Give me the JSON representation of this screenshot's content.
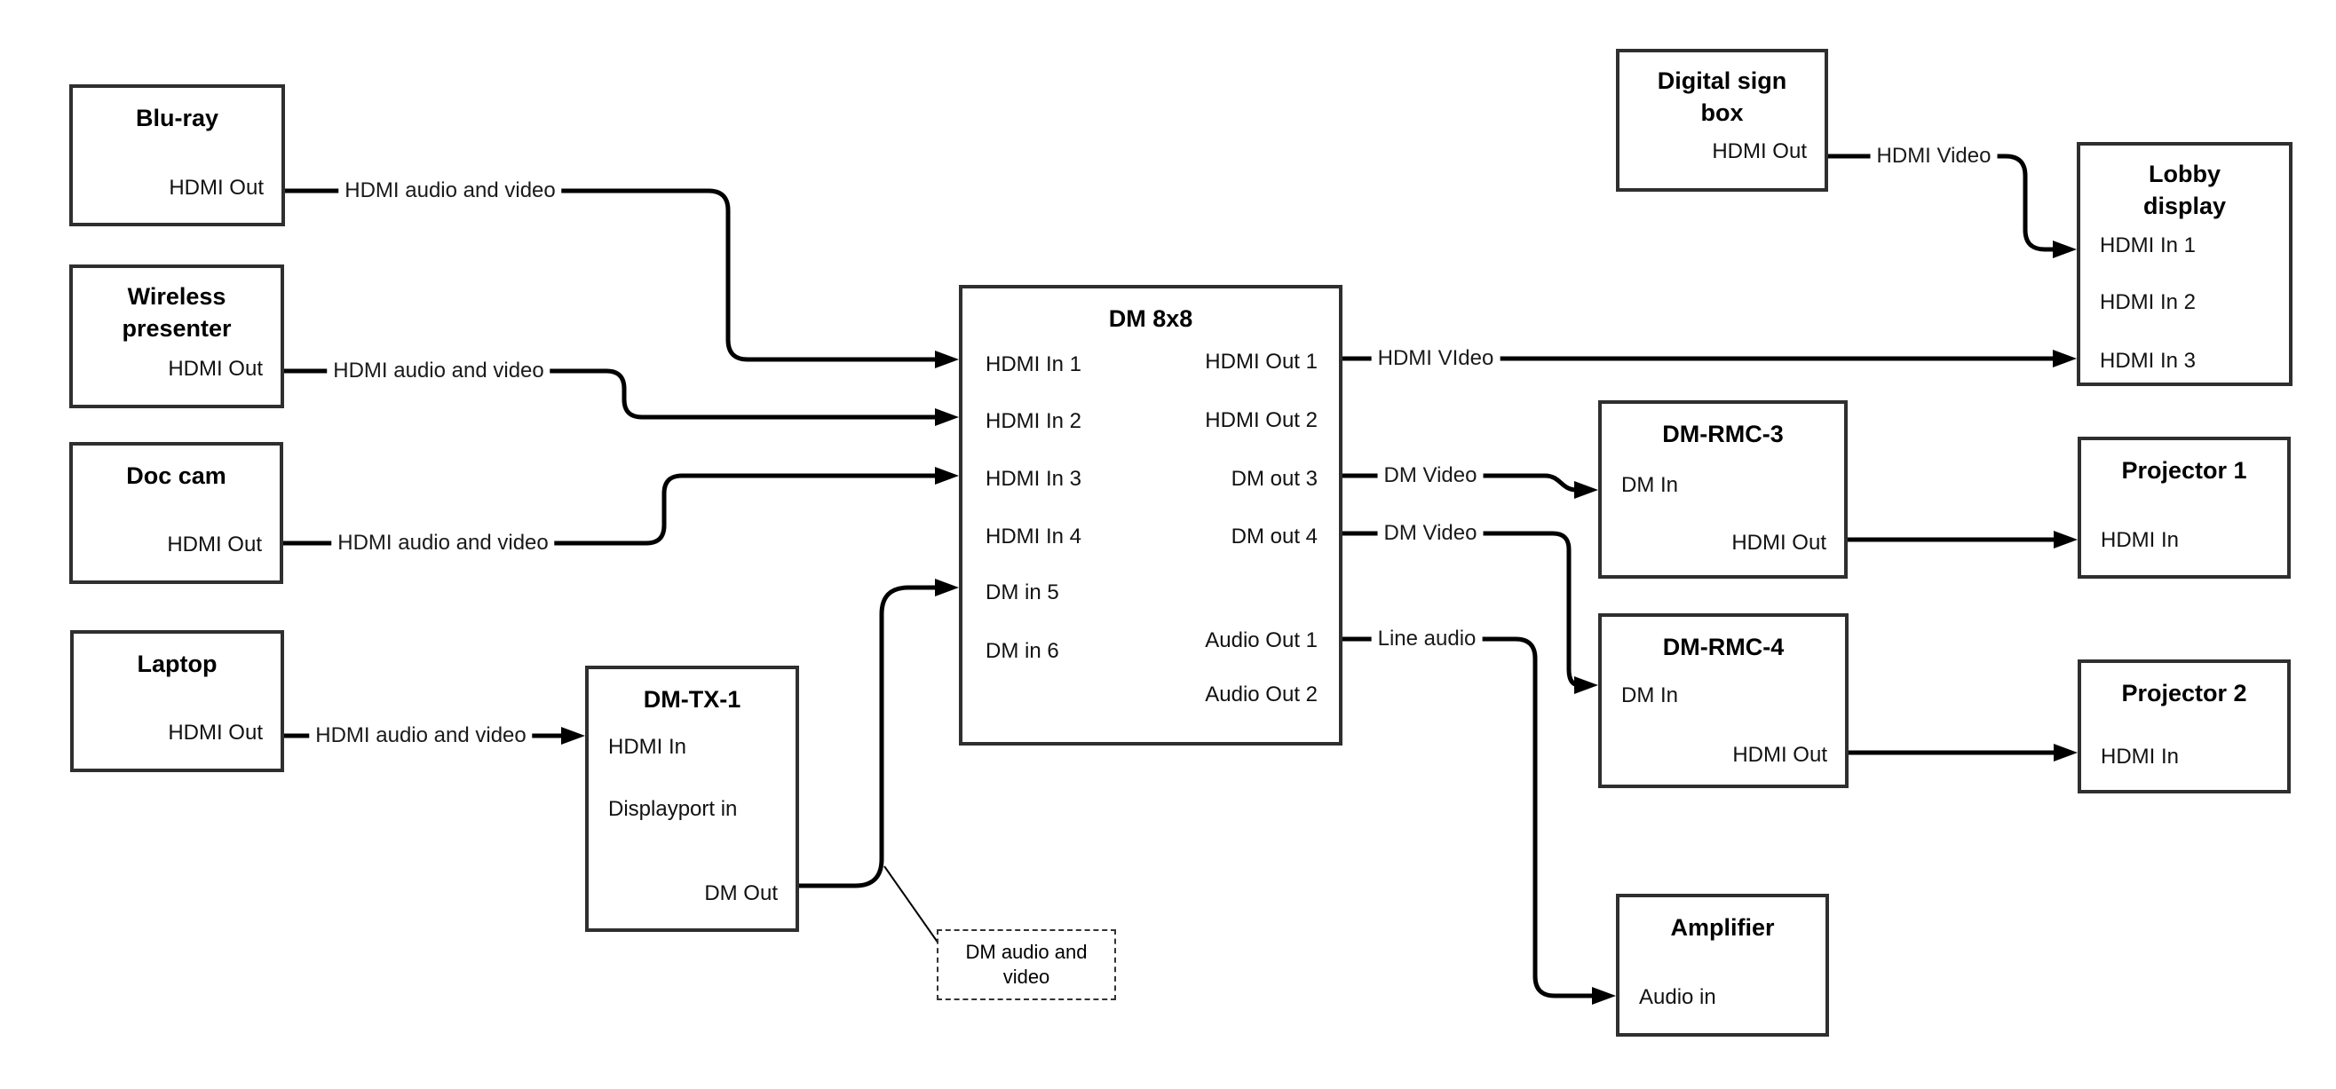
{
  "nodes": {
    "bluray": {
      "title": "Blu-ray",
      "ports": {
        "hdmi_out": "HDMI Out"
      }
    },
    "wireless": {
      "title": "Wireless presenter",
      "ports": {
        "hdmi_out": "HDMI Out"
      }
    },
    "doccam": {
      "title": "Doc cam",
      "ports": {
        "hdmi_out": "HDMI Out"
      }
    },
    "laptop": {
      "title": "Laptop",
      "ports": {
        "hdmi_out": "HDMI Out"
      }
    },
    "dmtx1": {
      "title": "DM-TX-1",
      "ports": {
        "hdmi_in": "HDMI In",
        "dp_in": "Displayport in",
        "dm_out": "DM Out"
      }
    },
    "dm8x8": {
      "title": "DM 8x8",
      "ports": {
        "in1": "HDMI In 1",
        "in2": "HDMI In 2",
        "in3": "HDMI In 3",
        "in4": "HDMI In 4",
        "in5": "DM in 5",
        "in6": "DM in 6",
        "out1": "HDMI Out 1",
        "out2": "HDMI Out 2",
        "out3": "DM out 3",
        "out4": "DM out 4",
        "aout1": "Audio Out 1",
        "aout2": "Audio Out 2"
      }
    },
    "signbox": {
      "title": "Digital sign box",
      "ports": {
        "hdmi_out": "HDMI Out"
      }
    },
    "lobby": {
      "title": "Lobby display",
      "ports": {
        "in1": "HDMI In 1",
        "in2": "HDMI In 2",
        "in3": "HDMI In 3"
      }
    },
    "rmc3": {
      "title": "DM-RMC-3",
      "ports": {
        "dm_in": "DM In",
        "hdmi_out": "HDMI Out"
      }
    },
    "proj1": {
      "title": "Projector 1",
      "ports": {
        "hdmi_in": "HDMI In"
      }
    },
    "rmc4": {
      "title": "DM-RMC-4",
      "ports": {
        "dm_in": "DM In",
        "hdmi_out": "HDMI Out"
      }
    },
    "proj2": {
      "title": "Projector 2",
      "ports": {
        "hdmi_in": "HDMI In"
      }
    },
    "amp": {
      "title": "Amplifier",
      "ports": {
        "audio_in": "Audio in"
      }
    }
  },
  "connections": {
    "bluray_dm8x8": {
      "label": "HDMI audio and video"
    },
    "wireless_dm8x8": {
      "label": "HDMI audio and video"
    },
    "doccam_dm8x8": {
      "label": "HDMI audio and video"
    },
    "laptop_dmtx1": {
      "label": "HDMI audio and video"
    },
    "dm8x8_lobby": {
      "label": "HDMI VIdeo"
    },
    "signbox_lobby": {
      "label": "HDMI Video"
    },
    "dm8x8_rmc3": {
      "label": "DM Video"
    },
    "dm8x8_rmc4": {
      "label": "DM Video"
    },
    "dm8x8_amp": {
      "label": "Line audio"
    }
  },
  "note": {
    "text": "DM audio and video"
  }
}
